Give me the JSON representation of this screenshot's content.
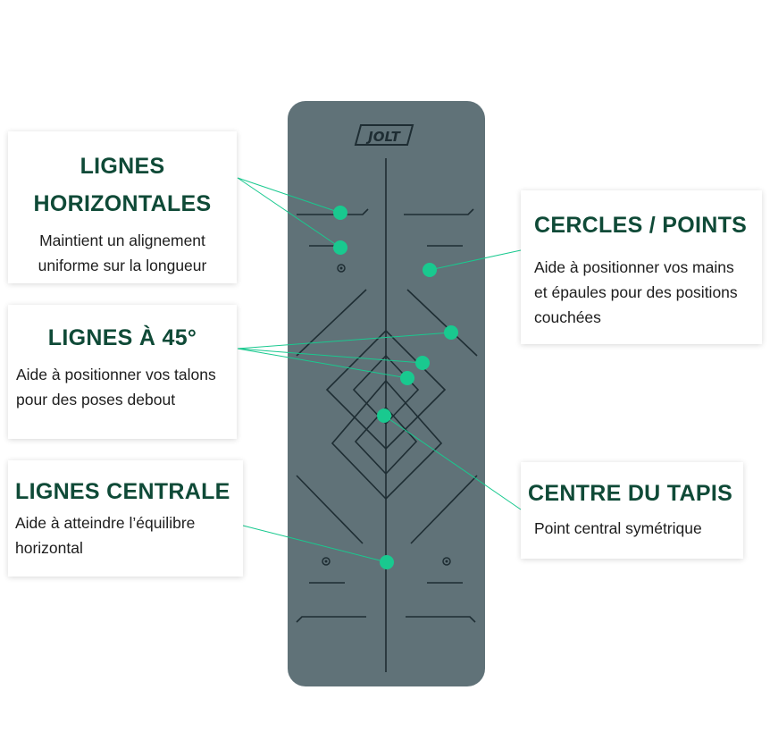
{
  "brand_logo": "JOLT",
  "colors": {
    "heading": "#0f4a37",
    "accent_dot": "#19c98f",
    "mat": "#607278",
    "mat_lines": "#1e2d33"
  },
  "callouts": {
    "horizontal": {
      "title_line1": "LIGNES",
      "title_line2": "HORIZONTALES",
      "desc_line1": "Maintient un alignement",
      "desc_line2": "uniforme sur la longueur"
    },
    "diagonal": {
      "title": "LIGNES À 45°",
      "desc_line1": "Aide à positionner vos talons",
      "desc_line2": "pour des poses debout"
    },
    "central": {
      "title": "LIGNES CENTRALE",
      "desc_line1": "Aide à atteindre l’équilibre",
      "desc_line2": "horizontal"
    },
    "circles": {
      "title": "CERCLES / POINTS",
      "desc_line1": "Aide à positionner vos mains",
      "desc_line2": "et épaules pour des positions",
      "desc_line3": "couchées"
    },
    "center": {
      "title": "CENTRE DU TAPIS",
      "desc_line1": "Point central symétrique"
    }
  }
}
